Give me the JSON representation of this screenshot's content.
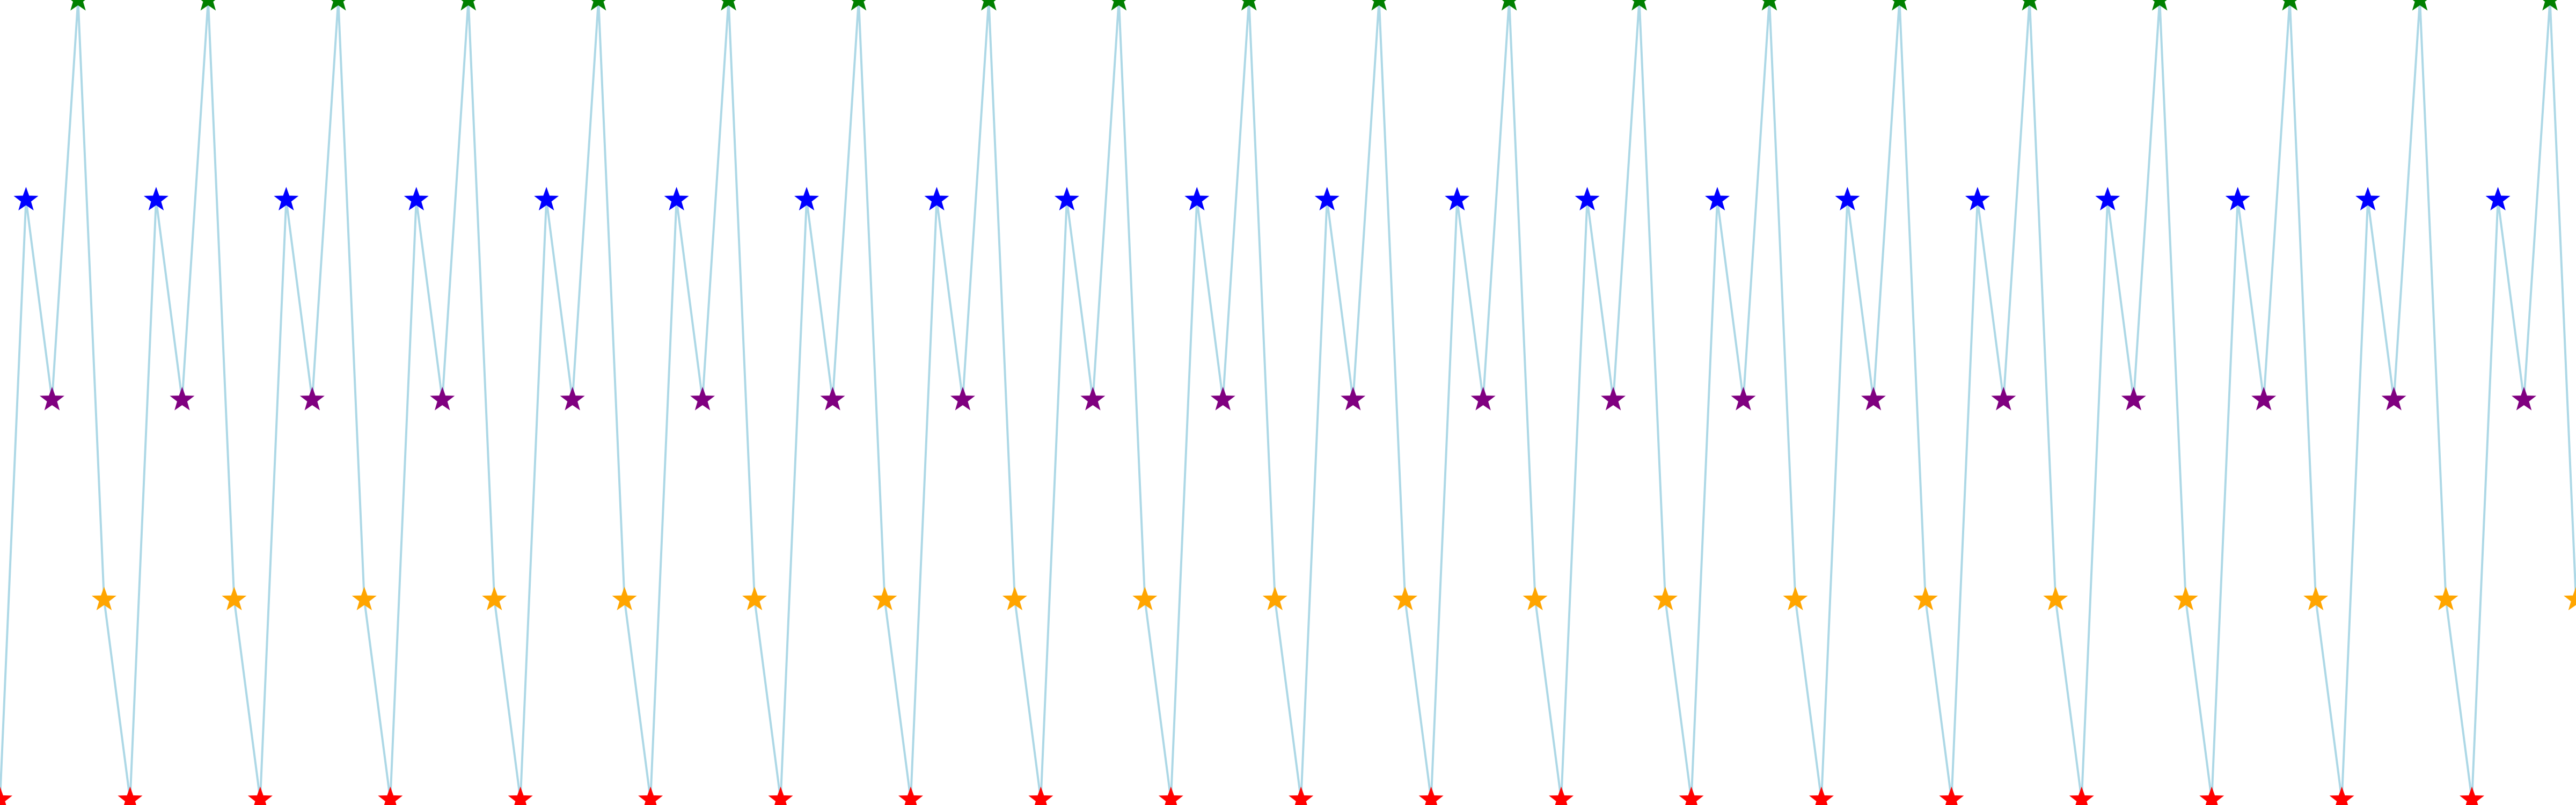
{
  "chart_data": {
    "type": "line",
    "title": "",
    "xlabel": "",
    "ylabel": "",
    "grid": false,
    "legend": "none",
    "axes_visible": false,
    "xlim": [
      0,
      99
    ],
    "ylim": [
      0,
      4
    ],
    "line_color": "#ADD8E6",
    "marker": "star",
    "level_colors": {
      "0": "#FF0000",
      "1": "#FFA500",
      "2": "#800080",
      "3": "#0000FF",
      "4": "#008000"
    },
    "series": [
      {
        "x": [
          0,
          1,
          2,
          3,
          4,
          5,
          6,
          7,
          8,
          9,
          10,
          11,
          12,
          13,
          14,
          15,
          16,
          17,
          18,
          19,
          20,
          21,
          22,
          23,
          24,
          25,
          26,
          27,
          28,
          29,
          30,
          31,
          32,
          33,
          34,
          35,
          36,
          37,
          38,
          39,
          40,
          41,
          42,
          43,
          44,
          45,
          46,
          47,
          48,
          49,
          50,
          51,
          52,
          53,
          54,
          55,
          56,
          57,
          58,
          59,
          60,
          61,
          62,
          63,
          64,
          65,
          66,
          67,
          68,
          69,
          70,
          71,
          72,
          73,
          74,
          75,
          76,
          77,
          78,
          79,
          80,
          81,
          82,
          83,
          84,
          85,
          86,
          87,
          88,
          89,
          90,
          91,
          92,
          93,
          94,
          95,
          96,
          97,
          98,
          99
        ],
        "y": [
          0,
          3,
          2,
          4,
          1,
          0,
          3,
          2,
          4,
          1,
          0,
          3,
          2,
          4,
          1,
          0,
          3,
          2,
          4,
          1,
          0,
          3,
          2,
          4,
          1,
          0,
          3,
          2,
          4,
          1,
          0,
          3,
          2,
          4,
          1,
          0,
          3,
          2,
          4,
          1,
          0,
          3,
          2,
          4,
          1,
          0,
          3,
          2,
          4,
          1,
          0,
          3,
          2,
          4,
          1,
          0,
          3,
          2,
          4,
          1,
          0,
          3,
          2,
          4,
          1,
          0,
          3,
          2,
          4,
          1,
          0,
          3,
          2,
          4,
          1,
          0,
          3,
          2,
          4,
          1,
          0,
          3,
          2,
          4,
          1,
          0,
          3,
          2,
          4,
          1,
          0,
          3,
          2,
          4,
          1,
          0,
          3,
          2,
          4,
          1
        ]
      }
    ]
  }
}
